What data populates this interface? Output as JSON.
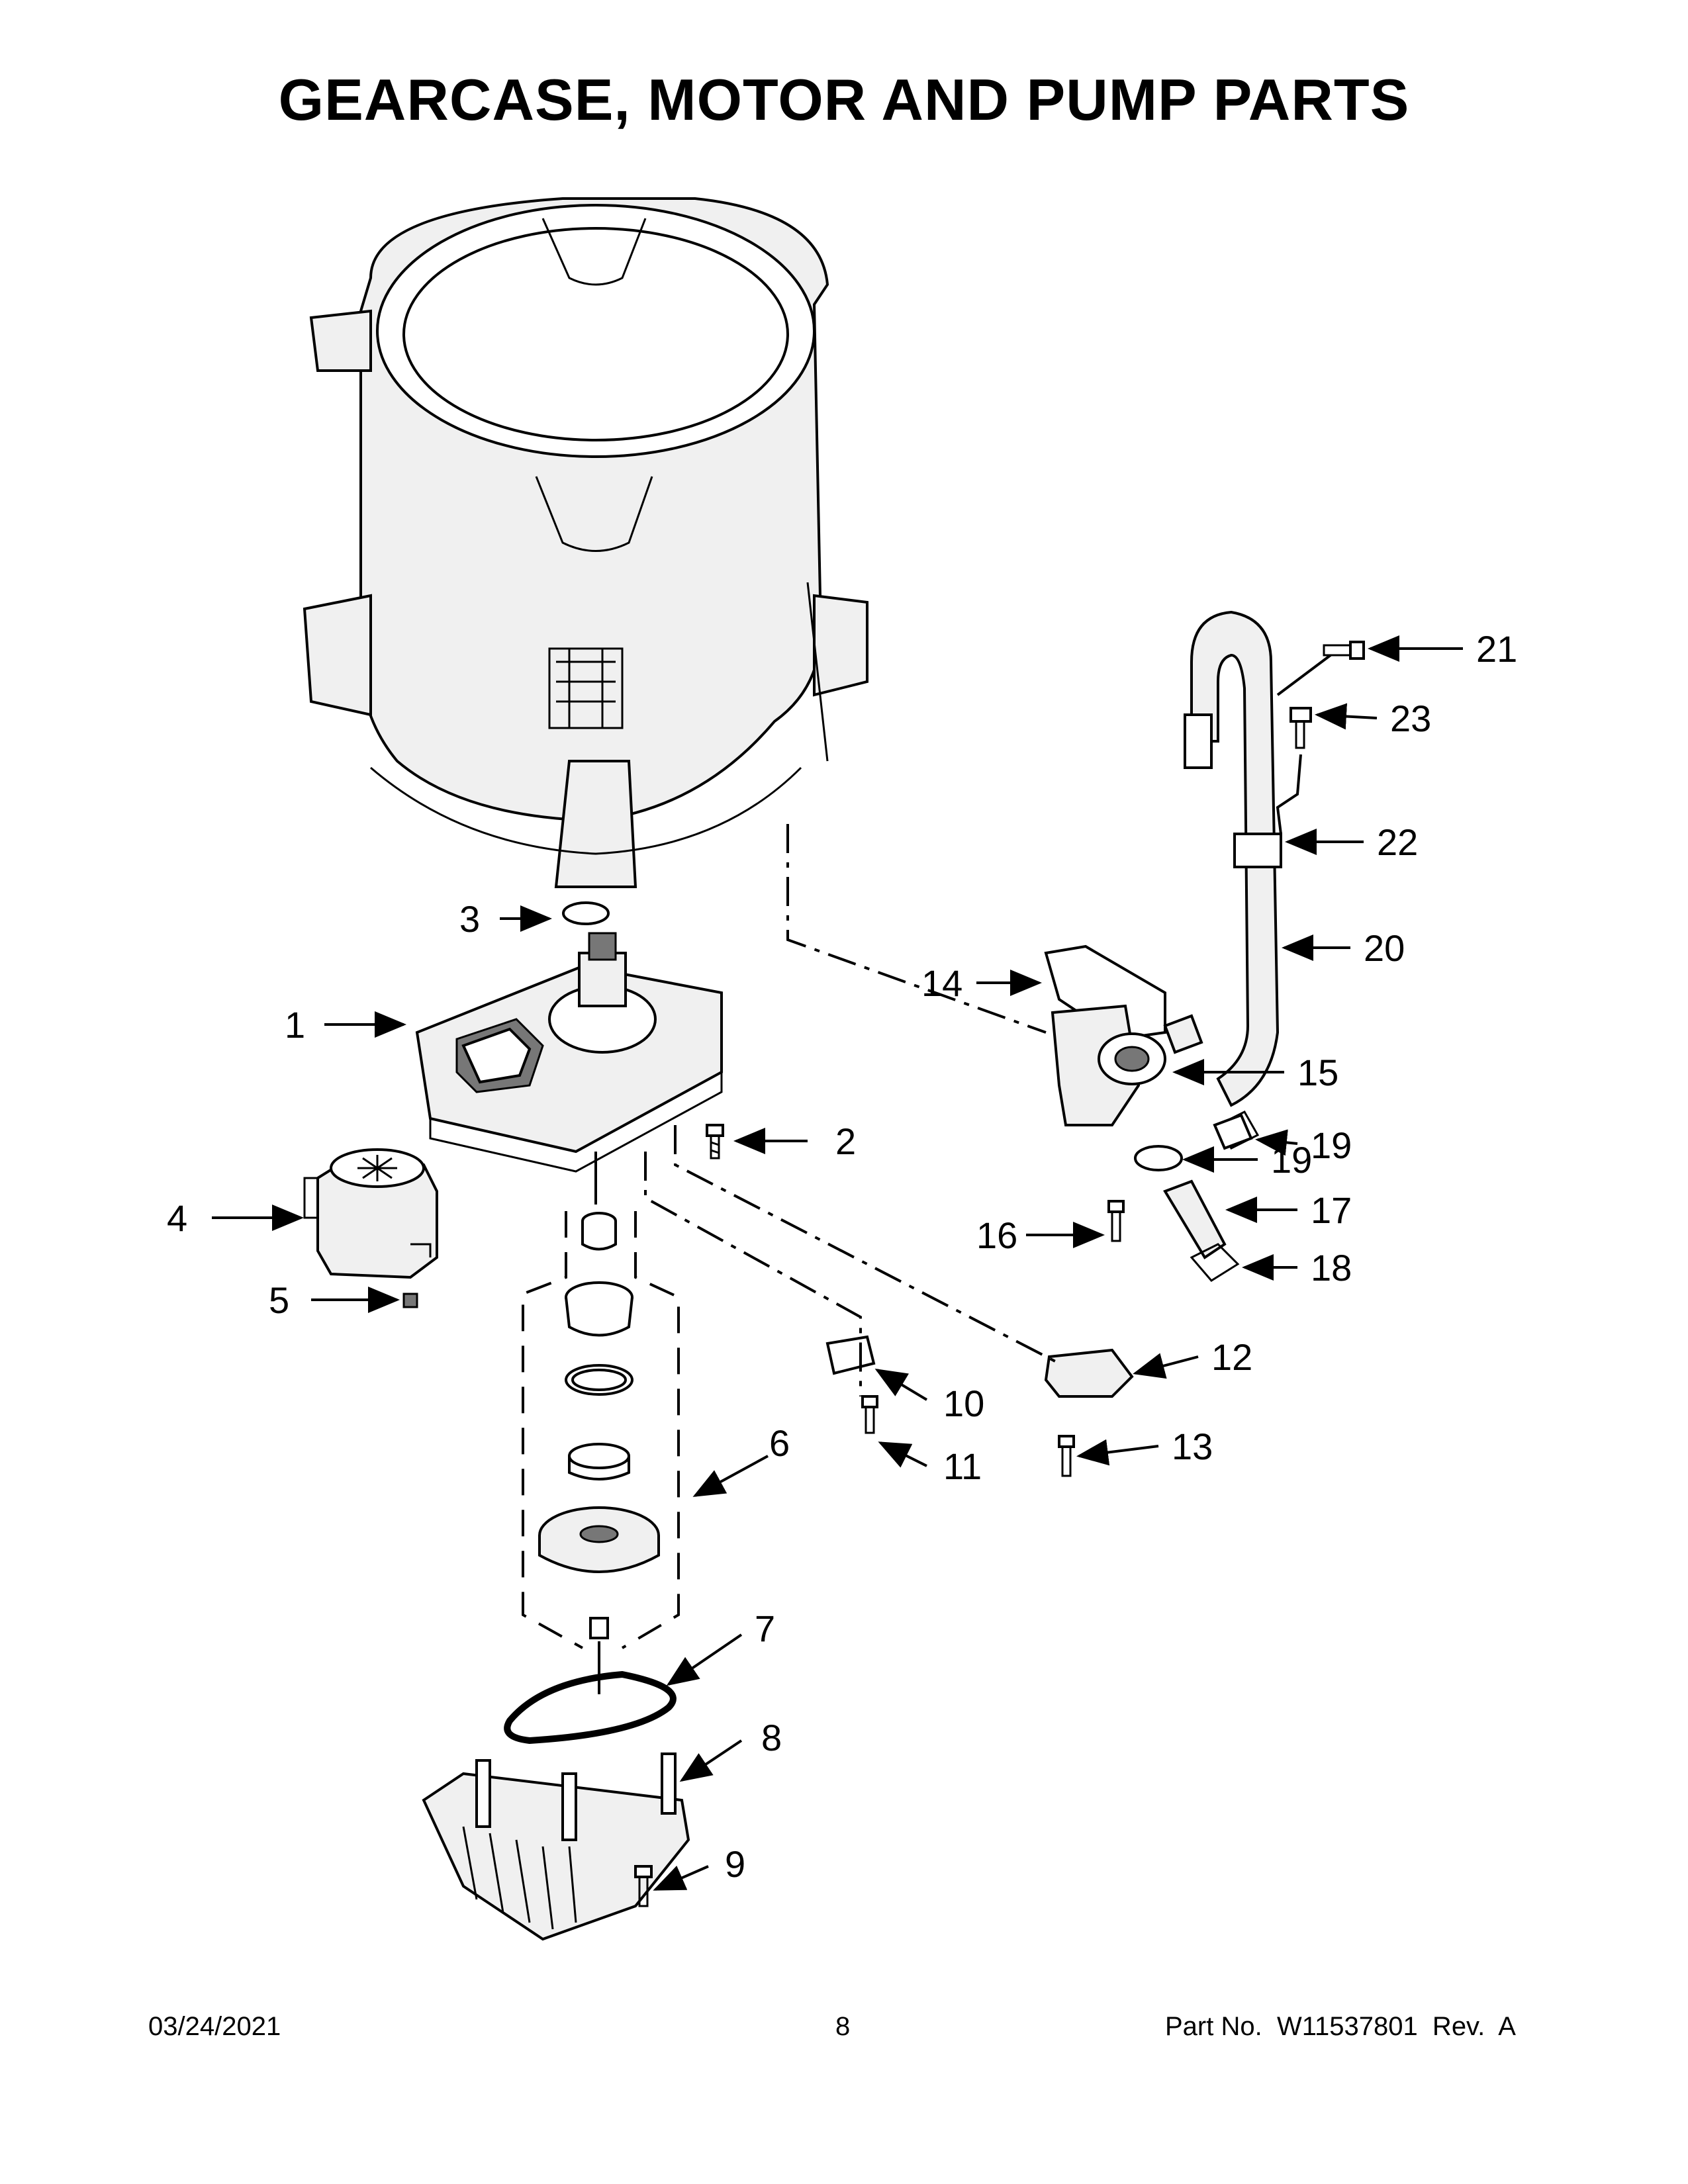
{
  "title": "GEARCASE, MOTOR AND PUMP PARTS",
  "callouts": [
    "1",
    "2",
    "3",
    "4",
    "5",
    "6",
    "7",
    "8",
    "9",
    "10",
    "11",
    "12",
    "13",
    "14",
    "15",
    "16",
    "17",
    "18",
    "19",
    "19",
    "20",
    "21",
    "22",
    "23"
  ],
  "footer": {
    "date": "03/24/2021",
    "page": "8",
    "part_no": "Part No.  W11537801  Rev.  A"
  }
}
